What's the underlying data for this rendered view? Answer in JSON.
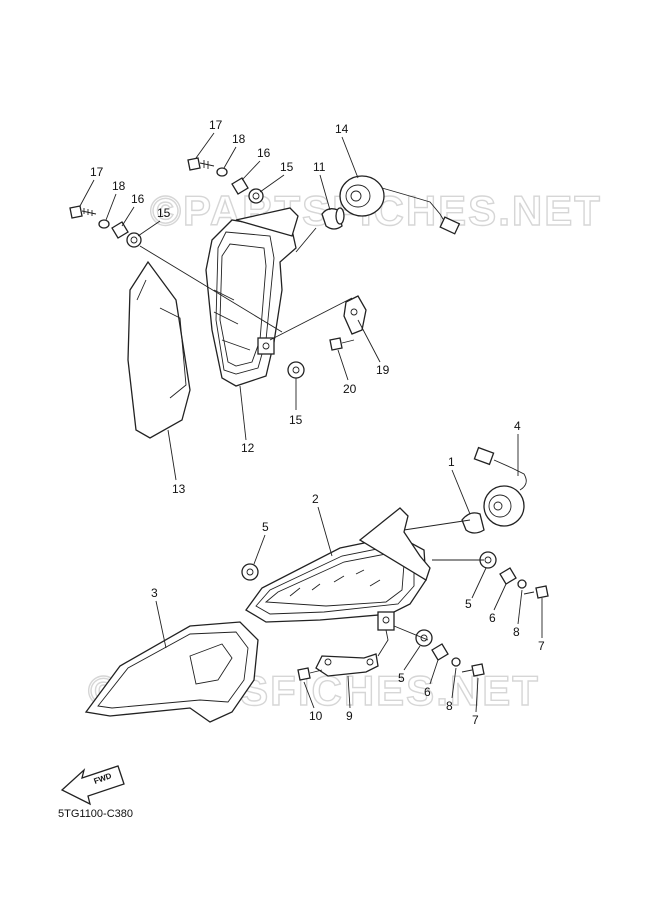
{
  "diagram_code": "5TG1100-C380",
  "watermark": "©PARTSFICHES.NET",
  "fwd_label": "FWD",
  "callouts": [
    "17",
    "18",
    "16",
    "15",
    "14",
    "11",
    "17",
    "18",
    "16",
    "15",
    "19",
    "20",
    "15",
    "12",
    "13",
    "4",
    "1",
    "2",
    "5",
    "3",
    "5",
    "6",
    "8",
    "7",
    "5",
    "6",
    "8",
    "7",
    "10",
    "9"
  ]
}
